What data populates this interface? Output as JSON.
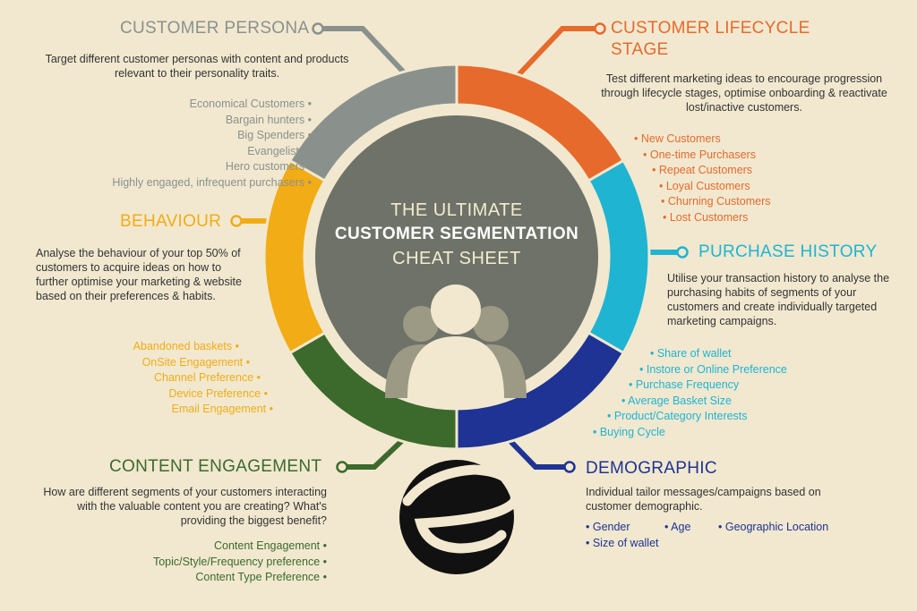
{
  "colors": {
    "background": "#f1e8cf",
    "persona": "#8a918d",
    "lifecycle": "#e66a2c",
    "purchase": "#1fb4d2",
    "demographic": "#1e3393",
    "content": "#3c6a2c",
    "behaviour": "#f2ac16",
    "center": "#6e7268"
  },
  "center": {
    "line1": "THE ULTIMATE",
    "line2": "CUSTOMER SEGMENTATION",
    "line3": "CHEAT SHEET"
  },
  "persona": {
    "title": "CUSTOMER PERSONA",
    "description": "Target different customer personas with content and products relevant to their personality traits.",
    "items": [
      "Economical Customers  •",
      "Bargain hunters  •",
      "Big Spenders  •",
      "Evangelists  •",
      "Hero customers  •",
      "Highly engaged, infrequent purchasers  •"
    ]
  },
  "lifecycle": {
    "title_line1": "CUSTOMER LIFECYCLE",
    "title_line2": "STAGE",
    "description": "Test different marketing ideas to encourage progression through lifecycle stages, optimise onboarding & reactivate lost/inactive customers.",
    "items": [
      "•  New Customers",
      "•  One-time Purchasers",
      "•  Repeat Customers",
      "•  Loyal Customers",
      "•  Churning Customers",
      "•  Lost Customers"
    ]
  },
  "behaviour": {
    "title": "BEHAVIOUR",
    "description": "Analyse the behaviour of your top 50% of customers to acquire ideas on how to further optimise your marketing & website based on their preferences & habits.",
    "items": [
      "Abandoned baskets  •",
      "OnSite Engagement  •",
      "Channel Preference  •",
      "Device Preference  •",
      "Email Engagement  •"
    ]
  },
  "purchase": {
    "title": "PURCHASE HISTORY",
    "description": "Utilise your transaction history to analyse the purchasing habits of segments of your customers and create individually targeted marketing campaigns.",
    "items": [
      "•  Share of wallet",
      "•  Instore or Online Preference",
      "•  Purchase Frequency",
      "•  Average Basket Size",
      "•  Product/Category Interests",
      "•  Buying Cycle"
    ]
  },
  "content": {
    "title": "CONTENT ENGAGEMENT",
    "description": "How are different segments of your customers interacting with the valuable content you are creating? What's providing the biggest benefit?",
    "items": [
      "Content Engagement  •",
      "Topic/Style/Frequency preference  •",
      "Content Type Preference  •"
    ]
  },
  "demographic": {
    "title": "DEMOGRAPHIC",
    "description": "Individual tailor messages/campaigns based on customer demographic.",
    "items": [
      "•  Gender",
      "•  Age",
      "•  Geographic Location",
      "•  Size of wallet"
    ]
  }
}
